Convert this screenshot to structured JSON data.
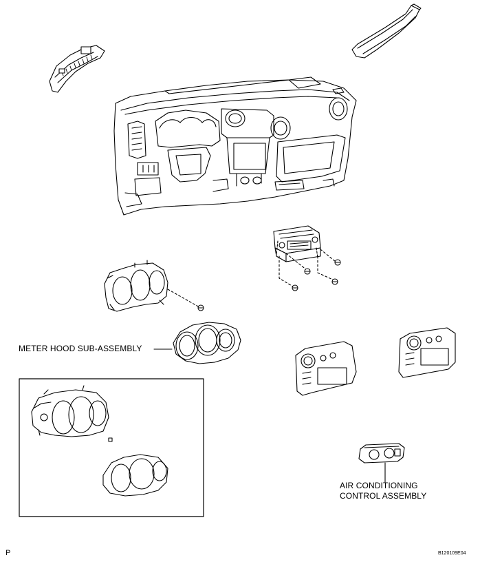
{
  "labels": {
    "meter_hood": "METER HOOD SUB-ASSEMBLY",
    "ac_control_line1": "AIR CONDITIONING",
    "ac_control_line2": "CONTROL ASSEMBLY",
    "corner_letter": "P",
    "figure_code": "B120109E04"
  }
}
